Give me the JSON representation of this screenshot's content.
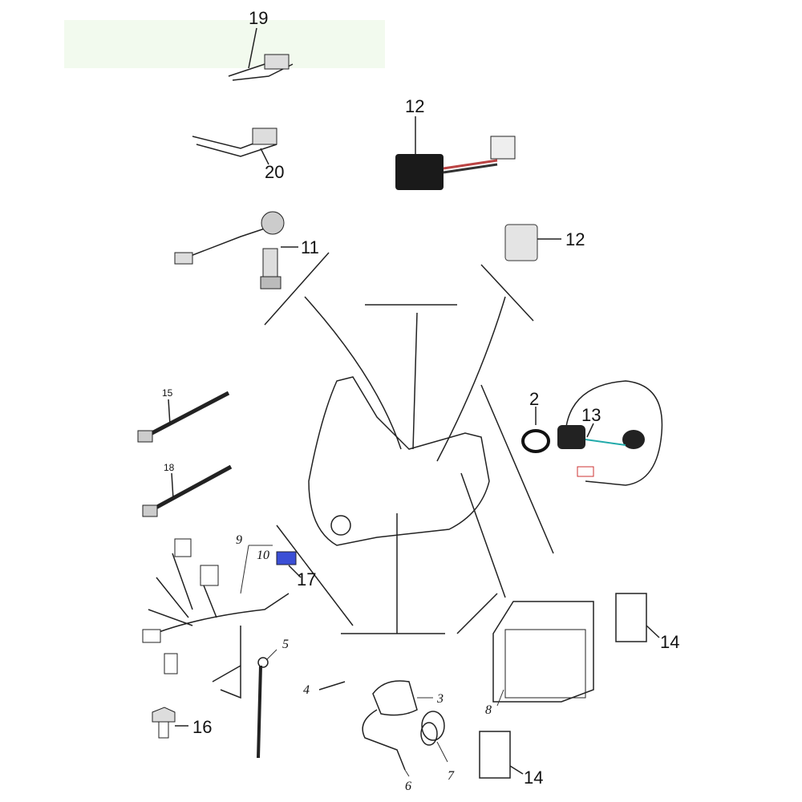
{
  "title": "Electrical parts diagram",
  "parts": {
    "p19": "19",
    "p20": "20",
    "p12a": "12",
    "p12b": "12",
    "p11": "11",
    "p15": "15",
    "p18": "18",
    "p2": "2",
    "p13": "13",
    "p9": "9",
    "p10": "10",
    "p17": "17",
    "p5": "5",
    "p4": "4",
    "p3": "3",
    "p16": "16",
    "p8": "8",
    "p14a": "14",
    "p14b": "14",
    "p6": "6",
    "p7": "7"
  },
  "colors": {
    "connector17": "#3b4fd6",
    "background_tint": "#f2faee"
  }
}
